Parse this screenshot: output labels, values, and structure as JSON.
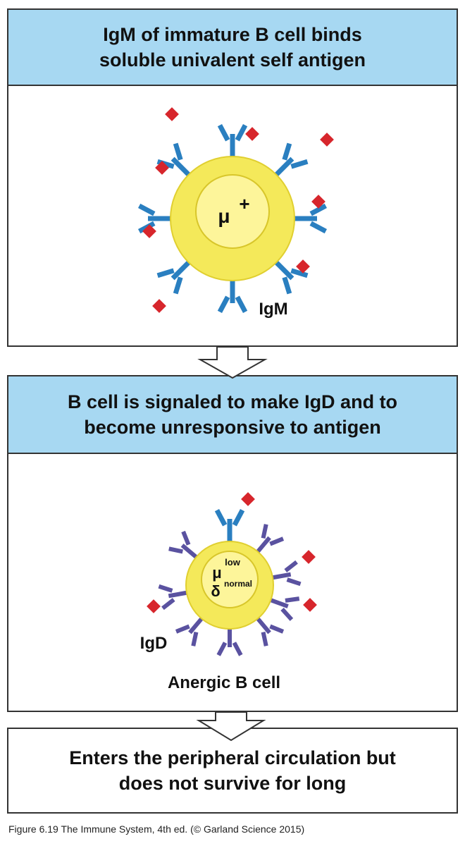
{
  "panel1": {
    "header": {
      "line1": "IgM of immature B cell binds",
      "line2": "soluble univalent self antigen"
    },
    "cell_label": "μ",
    "cell_sup": "+",
    "receptor_label": "IgM"
  },
  "panel2": {
    "header": {
      "line1": "B cell is signaled to make IgD and to",
      "line2": "become unresponsive to antigen"
    },
    "cell_label_mu": "μ",
    "cell_sup_mu": "low",
    "cell_label_delta": "δ",
    "cell_sup_delta": "normal",
    "receptor_label": "IgD",
    "cell_caption": "Anergic B cell"
  },
  "panel3": {
    "line1": "Enters the peripheral circulation but",
    "line2": "does not survive for long"
  },
  "caption": "Figure 6.19 The Immune System, 4th ed. (© Garland Science 2015)",
  "colors": {
    "header_fill": "#a7d8f2",
    "igm_receptor": "#2a7fc0",
    "igd_receptor": "#5a52a0",
    "antigen": "#d7262c",
    "cell_outer": "#f4e95a",
    "cell_inner": "#fdf59a"
  }
}
